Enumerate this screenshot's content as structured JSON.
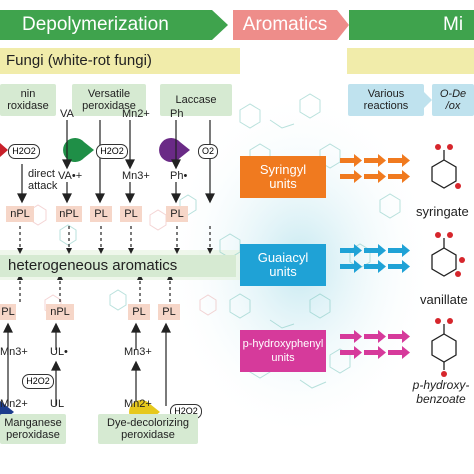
{
  "header": {
    "depolymerization": "Depolymerization",
    "aromatics": "Aromatics",
    "mineralization_partial": "Mi",
    "fungi": "Fungi (white-rot fungi)"
  },
  "top_enzymes": {
    "lignin_peroxidase": "nin\nroxidase",
    "versatile_peroxidase": "Versatile\nperoxidase",
    "laccase": "Laccase",
    "various_reactions": "Various\nreactions",
    "o_demethylation": "O-De\n/ox"
  },
  "top_labels": {
    "h2o2_a": "H2O2",
    "direct_attack": "direct\nattack",
    "va": "VA",
    "va_radical": "VA•+",
    "h2o2_b": "H2O2",
    "mn2": "Mn2+",
    "mn3": "Mn3+",
    "ph": "Ph",
    "ph_radical": "Ph•",
    "o2": "O2"
  },
  "chips_top": [
    "nPL",
    "nPL",
    "PL",
    "PL",
    "PL"
  ],
  "middle": {
    "heterogeneous": "heterogeneous aromatics"
  },
  "chips_bottom": [
    "PL",
    "nPL",
    "PL",
    "PL"
  ],
  "bottom_labels": {
    "mn3": "Mn3+",
    "h2o2_c": "H2O2",
    "mn2": "Mn2+",
    "ul_radical": "UL•",
    "ul": "UL",
    "mn3_b": "Mn3+",
    "h2o2_d": "H2O2",
    "mn2_b": "Mn2+"
  },
  "bottom_enzymes": {
    "manganese_peroxidase": "Manganese\nperoxidase",
    "dye_decolorizing": "Dye-decolorizing\nperoxidase"
  },
  "units": {
    "syringyl": "Syringyl\nunits",
    "guaiacyl": "Guaiacyl\nunits",
    "p_hydroxyphenyl": "p-hydroxyphenyl\nunits"
  },
  "products": {
    "syringate": "syringate",
    "vanillate": "vanillate",
    "p_hydroxy": "p-hydroxy-\nbenzoate"
  },
  "colors": {
    "banner_green": "#3fa34d",
    "banner_pink": "#ee8d8a",
    "syringyl": "#f07a1f",
    "guaiacyl": "#1fa2d6",
    "p_hydroxyphenyl": "#d63a9b"
  }
}
